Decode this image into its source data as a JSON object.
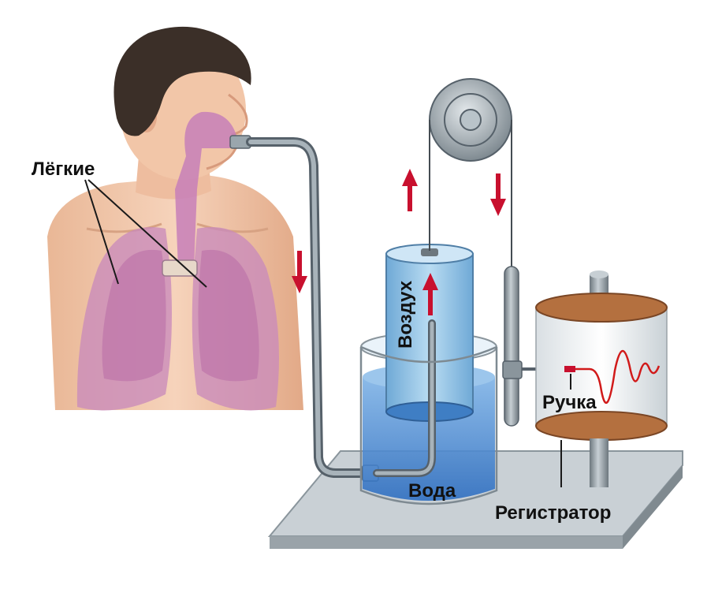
{
  "labels": {
    "lungs": "Лёгкие",
    "air": "Воздух",
    "water": "Вода",
    "pen": "Ручка",
    "recorder": "Регистратор"
  },
  "colors": {
    "skin": "#f2c6a8",
    "lung": "#c77fb8",
    "water": "#4f8fd6",
    "bell": "#8fc2e6",
    "arrow": "#c8102e",
    "copper": "#b4703f",
    "trace": "#d11a1a",
    "metal": "#8a959c",
    "base": "#c9d0d5"
  },
  "icons": [
    "pulley-icon",
    "arrow-up-icon",
    "arrow-down-icon"
  ]
}
